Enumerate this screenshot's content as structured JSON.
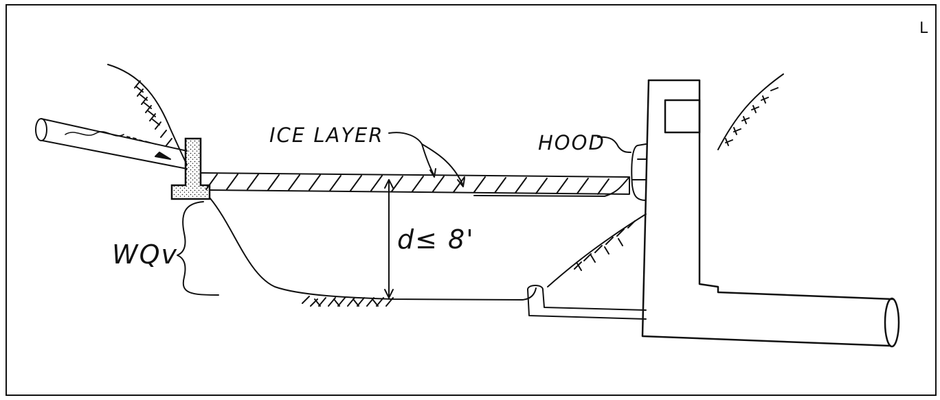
{
  "labels": {
    "ice_layer": "ICE LAYER",
    "hood": "HOOD",
    "wqv": "WQv",
    "depth": "d≤ 8'",
    "corner_mark": "L"
  },
  "colors": {
    "ink": "#111111",
    "paper": "#ffffff"
  }
}
